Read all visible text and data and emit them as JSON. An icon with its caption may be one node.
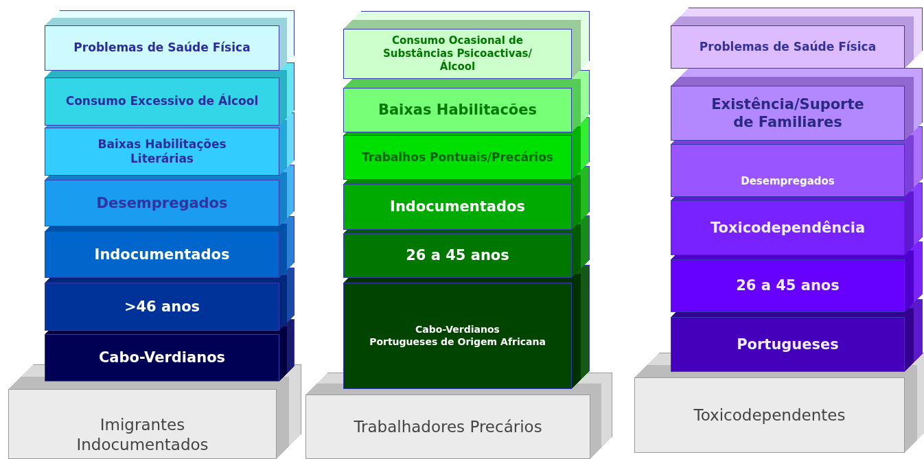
{
  "diagram": {
    "nodes": [
      {
        "text": [
          "Problemas de Saúde Física"
        ]
      },
      {
        "text": [
          "Consumo Excessivo de Álcool"
        ]
      },
      {
        "text": [
          "Baixas Habilitações Literárias"
        ]
      },
      {
        "text": [
          "Desempregados"
        ]
      },
      {
        "text": [
          "Indocumentados"
        ]
      },
      {
        "text": [
          ">46 anos"
        ]
      },
      {
        "text": [
          "Cabo-Verdianos"
        ]
      },
      {
        "text": [
          "Imigrantes Indocumentados"
        ]
      },
      {
        "text": [
          "Consumo Ocasional de Substâncias Psicoactivas/Álcool"
        ]
      },
      {
        "text": [
          "Baixas Habilitacões"
        ]
      },
      {
        "text": [
          "Trabalhos Pontuais/Precários"
        ]
      },
      {
        "text": [
          "Indocumentados"
        ]
      },
      {
        "text": [
          "26 a 45 anos"
        ]
      },
      {
        "text": [
          "Cabo-Verdianos",
          "Portugueses de Origem Africana"
        ]
      },
      {
        "text": [
          "Trabalhadores Precários"
        ]
      },
      {
        "text": [
          "Problemas de Saúde Física"
        ]
      },
      {
        "text": [
          "Existência/Suporte de Familiares"
        ]
      },
      {
        "text": [
          "Desempregados"
        ]
      },
      {
        "text": [
          "Toxicodependência"
        ]
      },
      {
        "text": [
          "26 a 45 anos"
        ]
      },
      {
        "text": [
          "Portugueses"
        ]
      },
      {
        "text": [
          "Toxicodependentes"
        ]
      }
    ]
  }
}
